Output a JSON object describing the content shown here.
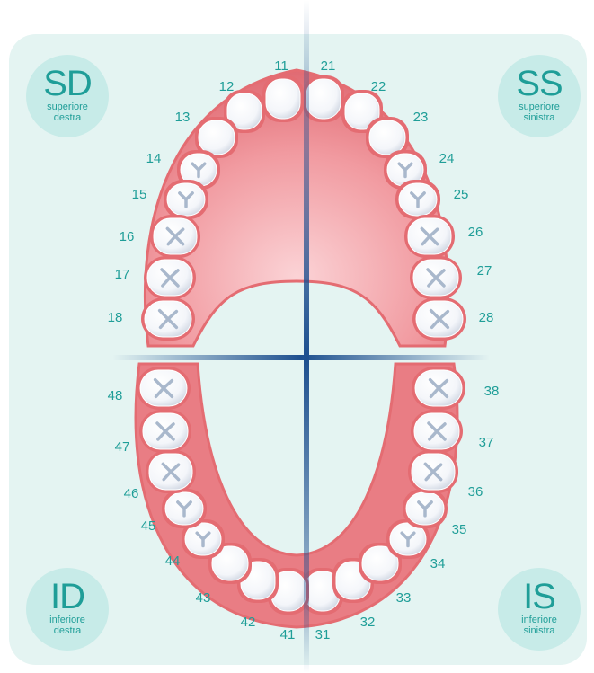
{
  "quadrants": [
    {
      "id": "sd",
      "code": "SD",
      "line1": "superiore",
      "line2": "destra"
    },
    {
      "id": "ss",
      "code": "SS",
      "line1": "superiore",
      "line2": "sinistra"
    },
    {
      "id": "id",
      "code": "ID",
      "line1": "inferiore",
      "line2": "destra"
    },
    {
      "id": "is",
      "code": "IS",
      "line1": "inferiore",
      "line2": "sinistra"
    }
  ],
  "teeth": [
    {
      "n": "11",
      "arch": "upper",
      "side": "right",
      "type": "incisor"
    },
    {
      "n": "12",
      "arch": "upper",
      "side": "right",
      "type": "incisor"
    },
    {
      "n": "13",
      "arch": "upper",
      "side": "right",
      "type": "canine"
    },
    {
      "n": "14",
      "arch": "upper",
      "side": "right",
      "type": "premolar"
    },
    {
      "n": "15",
      "arch": "upper",
      "side": "right",
      "type": "premolar"
    },
    {
      "n": "16",
      "arch": "upper",
      "side": "right",
      "type": "molar"
    },
    {
      "n": "17",
      "arch": "upper",
      "side": "right",
      "type": "molar"
    },
    {
      "n": "18",
      "arch": "upper",
      "side": "right",
      "type": "molar"
    },
    {
      "n": "21",
      "arch": "upper",
      "side": "left",
      "type": "incisor"
    },
    {
      "n": "22",
      "arch": "upper",
      "side": "left",
      "type": "incisor"
    },
    {
      "n": "23",
      "arch": "upper",
      "side": "left",
      "type": "canine"
    },
    {
      "n": "24",
      "arch": "upper",
      "side": "left",
      "type": "premolar"
    },
    {
      "n": "25",
      "arch": "upper",
      "side": "left",
      "type": "premolar"
    },
    {
      "n": "26",
      "arch": "upper",
      "side": "left",
      "type": "molar"
    },
    {
      "n": "27",
      "arch": "upper",
      "side": "left",
      "type": "molar"
    },
    {
      "n": "28",
      "arch": "upper",
      "side": "left",
      "type": "molar"
    },
    {
      "n": "31",
      "arch": "lower",
      "side": "left",
      "type": "incisor"
    },
    {
      "n": "32",
      "arch": "lower",
      "side": "left",
      "type": "incisor"
    },
    {
      "n": "33",
      "arch": "lower",
      "side": "left",
      "type": "canine"
    },
    {
      "n": "34",
      "arch": "lower",
      "side": "left",
      "type": "premolar"
    },
    {
      "n": "35",
      "arch": "lower",
      "side": "left",
      "type": "premolar"
    },
    {
      "n": "36",
      "arch": "lower",
      "side": "left",
      "type": "molar"
    },
    {
      "n": "37",
      "arch": "lower",
      "side": "left",
      "type": "molar"
    },
    {
      "n": "38",
      "arch": "lower",
      "side": "left",
      "type": "molar"
    },
    {
      "n": "41",
      "arch": "lower",
      "side": "right",
      "type": "incisor"
    },
    {
      "n": "42",
      "arch": "lower",
      "side": "right",
      "type": "incisor"
    },
    {
      "n": "43",
      "arch": "lower",
      "side": "right",
      "type": "canine"
    },
    {
      "n": "44",
      "arch": "lower",
      "side": "right",
      "type": "premolar"
    },
    {
      "n": "45",
      "arch": "lower",
      "side": "right",
      "type": "premolar"
    },
    {
      "n": "46",
      "arch": "lower",
      "side": "right",
      "type": "molar"
    },
    {
      "n": "47",
      "arch": "lower",
      "side": "right",
      "type": "molar"
    },
    {
      "n": "48",
      "arch": "lower",
      "side": "right",
      "type": "molar"
    }
  ],
  "colors": {
    "panel": "#e4f4f2",
    "badge": "#c7ebe8",
    "label": "#1f9e98",
    "gum": "#e46c72",
    "palate": "#f1a6ab",
    "axis": "#1d4f8f",
    "tooth": "#ffffff",
    "fissure": "#a9b8cc"
  }
}
